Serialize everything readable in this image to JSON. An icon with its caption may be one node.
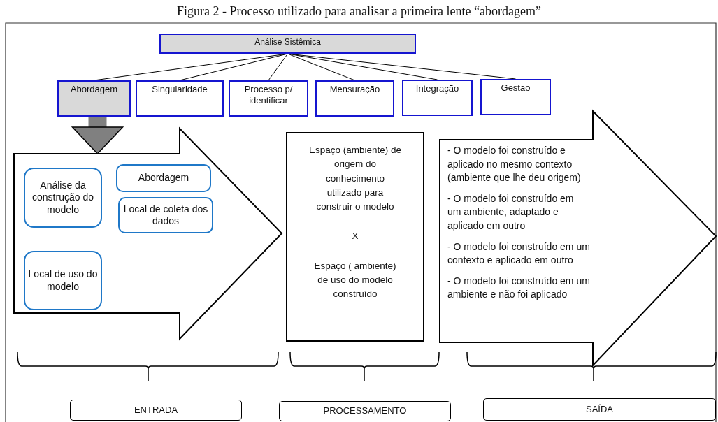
{
  "diagram": {
    "title": "Figura 2 - Processo utilizado para analisar a primeira lente “abordagem”",
    "nodes": [
      {
        "text": [
          "Análise Sistêmica"
        ]
      },
      {
        "text": [
          "Abordagem"
        ]
      },
      {
        "text": [
          "Singularidade"
        ]
      },
      {
        "text": [
          "Processo p/ identificar"
        ]
      },
      {
        "text": [
          "Mensuração"
        ]
      },
      {
        "text": [
          "Integração"
        ]
      },
      {
        "text": [
          "Gestão"
        ]
      },
      {
        "text": [],
        "shape": "arrow"
      },
      {
        "text": [
          "Análise da construção do modelo"
        ],
        "in": 7
      },
      {
        "text": [
          "Abordagem"
        ],
        "in": 7
      },
      {
        "text": [
          "Local de coleta dos dados"
        ],
        "in": 7
      },
      {
        "text": [
          "Local de uso do modelo"
        ],
        "in": 7
      },
      {
        "text": [
          "Espaço (ambiente) de origem do conhecimento utilizado para construir o modelo",
          "X",
          "Espaço ( ambiente) de uso do modelo construído"
        ]
      },
      {
        "text": [
          "- O modelo foi construído e aplicado no mesmo contexto (ambiente que lhe deu origem)",
          "- O modelo foi construído em um ambiente, adaptado e aplicado em outro",
          "- O modelo foi construído em um contexto e aplicado em outro",
          "- O modelo foi construído em um ambiente e não foi aplicado"
        ]
      },
      {
        "text": [
          "ENTRADA"
        ]
      },
      {
        "text": [
          "PROCESSAMENTO"
        ]
      },
      {
        "text": [
          "SAÍDA"
        ]
      }
    ],
    "edges": [
      {
        "from": 0,
        "to": 1,
        "arrow": "none"
      },
      {
        "from": 0,
        "to": 2,
        "arrow": "none"
      },
      {
        "from": 0,
        "to": 3,
        "arrow": "none"
      },
      {
        "from": 0,
        "to": 4,
        "arrow": "none"
      },
      {
        "from": 0,
        "to": 5,
        "arrow": "none"
      },
      {
        "from": 0,
        "to": 6,
        "arrow": "none"
      },
      {
        "from": 1,
        "to": 7,
        "arrow": "to",
        "style": "thick",
        "color": "#808080"
      }
    ]
  }
}
